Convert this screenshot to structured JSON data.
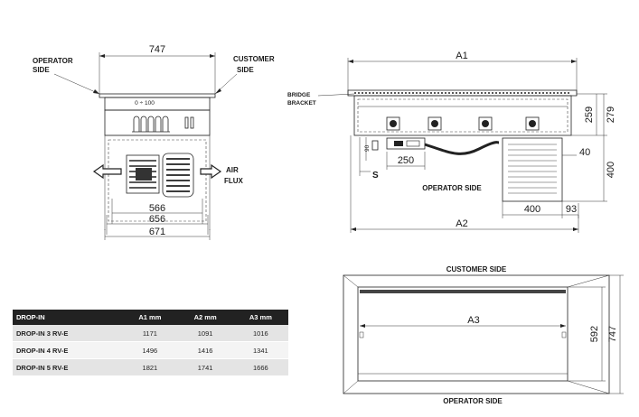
{
  "front_view": {
    "width_747": "747",
    "operator_side": "OPERATOR\nSIDE",
    "operator_side_l1": "OPERATOR",
    "operator_side_l2": "SIDE",
    "customer_side_l1": "CUSTOMER",
    "customer_side_l2": "SIDE",
    "gauge_label": "0 ÷ 100",
    "air_flux_l1": "AIR",
    "air_flux_l2": "FLUX",
    "dim_566": "566",
    "dim_656": "656",
    "dim_671": "671"
  },
  "side_view": {
    "dim_a1": "A1",
    "dim_a2": "A2",
    "bridge_bracket_l1": "BRIDGE",
    "bridge_bracket_l2": "BRACKET",
    "dim_259": "259",
    "dim_279": "279",
    "dim_90": "90",
    "dim_250": "250",
    "dim_40": "40",
    "dim_400_v": "400",
    "dim_400_h": "400",
    "dim_93": "93",
    "label_s": "S",
    "operator_side": "OPERATOR SIDE"
  },
  "top_view": {
    "customer_side": "CUSTOMER SIDE",
    "operator_side": "OPERATOR SIDE",
    "dim_a3": "A3",
    "dim_592": "592",
    "dim_747": "747"
  },
  "table": {
    "headers": [
      "DROP-IN",
      "A1 mm",
      "A2 mm",
      "A3 mm"
    ],
    "rows": [
      [
        "DROP-IN 3 RV-E",
        "1171",
        "1091",
        "1016"
      ],
      [
        "DROP-IN 4 RV-E",
        "1496",
        "1416",
        "1341"
      ],
      [
        "DROP-IN 5 RV-E",
        "1821",
        "1741",
        "1666"
      ]
    ]
  }
}
